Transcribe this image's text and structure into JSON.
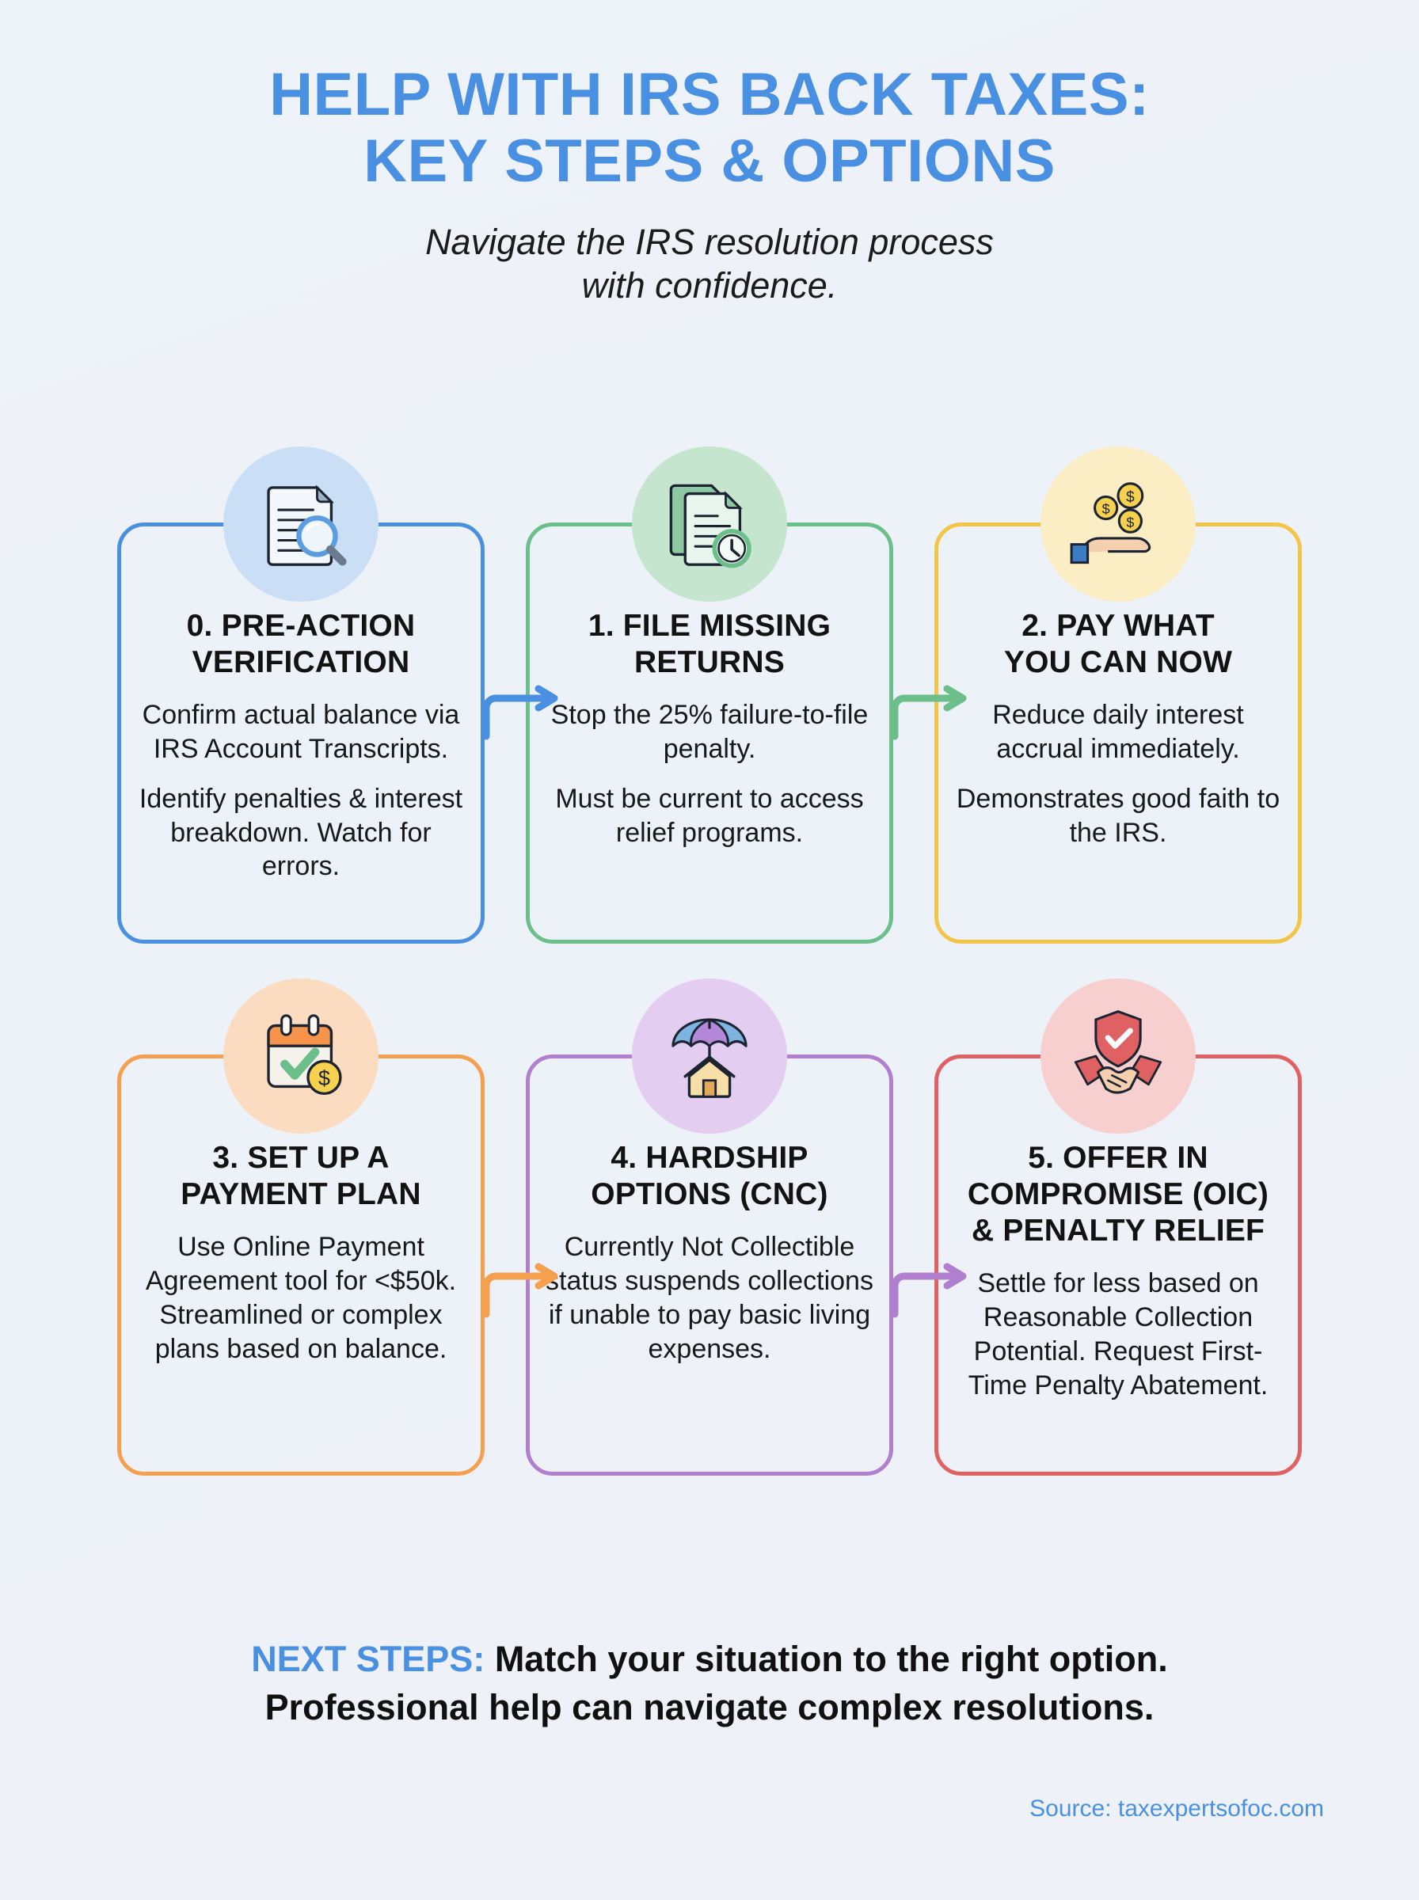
{
  "header": {
    "title_line1": "HELP WITH IRS BACK TAXES:",
    "title_line2": "KEY STEPS & OPTIONS",
    "subtitle_line1": "Navigate the IRS resolution process",
    "subtitle_line2": "with confidence.",
    "title_color": "#4a90e2"
  },
  "steps": [
    {
      "title_line1": "0. PRE-ACTION",
      "title_line2": "VERIFICATION",
      "para1": "Confirm actual balance via IRS Account Transcripts.",
      "para2": "Identify penalties & interest breakdown. Watch for errors.",
      "icon": "document-magnifier-icon",
      "color": "#4a90e2",
      "bubble": "#cadff5"
    },
    {
      "title_line1": "1. FILE MISSING",
      "title_line2": "RETURNS",
      "para1": "Stop the 25% failure-to-file penalty.",
      "para2": "Must be current to access relief programs.",
      "icon": "documents-clock-icon",
      "color": "#6cbf8b",
      "bubble": "#c5e5cf"
    },
    {
      "title_line1": "2. PAY WHAT",
      "title_line2": "YOU CAN NOW",
      "para1": "Reduce daily interest accrual immediately.",
      "para2": "Demonstrates good faith to the IRS.",
      "icon": "hand-coins-icon",
      "color": "#f2c548",
      "bubble": "#fbeec4"
    },
    {
      "title_line1": "3. SET UP A",
      "title_line2": "PAYMENT PLAN",
      "para1": "Use Online Payment Agreement tool for <$50k. Streamlined or complex plans based on balance.",
      "para2": "",
      "icon": "calendar-check-dollar-icon",
      "color": "#f5a04f",
      "bubble": "#fbdcc0"
    },
    {
      "title_line1": "4. HARDSHIP",
      "title_line2": "OPTIONS (CNC)",
      "para1": "Currently Not Collectible status suspends collections if unable to pay basic living expenses.",
      "para2": "",
      "icon": "umbrella-house-icon",
      "color": "#b07fd0",
      "bubble": "#e3cdf0"
    },
    {
      "title_line1": "5. OFFER IN",
      "title_line2": "COMPROMISE (OIC)",
      "title_line3": "& PENALTY RELIEF",
      "para1": "Settle for less based on Reasonable Collection Potential. Request First-Time Penalty Abatement.",
      "para2": "",
      "icon": "handshake-shield-icon",
      "color": "#e06161",
      "bubble": "#f7cfcf"
    }
  ],
  "footer": {
    "next_label": "NEXT STEPS:",
    "line1_rest": " Match your situation to the right option.",
    "line2": "Professional help can navigate complex resolutions.",
    "source": "Source: taxexpertsofoc.com"
  }
}
